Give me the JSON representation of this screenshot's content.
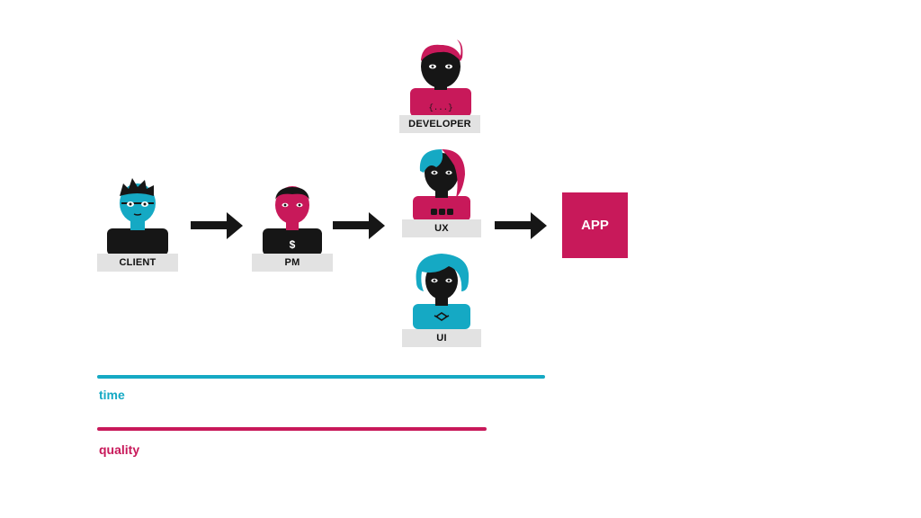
{
  "colors": {
    "teal": "#15a9c4",
    "magenta": "#c8195a",
    "black": "#161616",
    "plate": "#e2e2e2"
  },
  "personas": {
    "client": {
      "label": "CLIENT"
    },
    "pm": {
      "label": "PM",
      "shirt_symbol": "$"
    },
    "developer": {
      "label": "DEVELOPER",
      "shirt_symbol": "{...}"
    },
    "ux": {
      "label": "UX"
    },
    "ui": {
      "label": "UI"
    }
  },
  "app": {
    "label": "APP"
  },
  "metrics": [
    {
      "label": "time",
      "level": 1.0
    },
    {
      "label": "quality",
      "level": 0.87
    }
  ]
}
